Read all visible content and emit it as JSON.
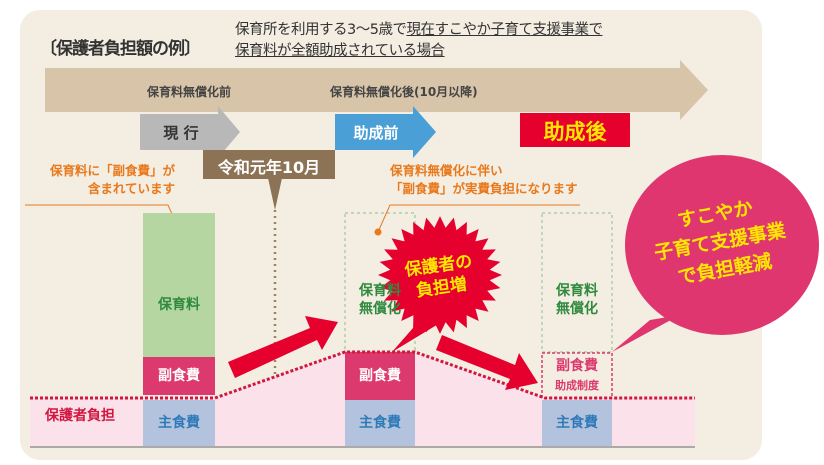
{
  "title": "〔保護者負担額の例〕",
  "subtitle": {
    "line1_plain": "保育所を利用する3〜5歳で",
    "line1_underlined": "現在すこやか子育て支援事業で",
    "line2": "保育料が全額助成されている場合"
  },
  "timeline": {
    "before": "保育料無償化前",
    "after": "保育料無償化後(10月以降)"
  },
  "stages": {
    "current": "現 行",
    "pre_subsidy": "助成前",
    "post_subsidy": "助成後"
  },
  "date_marker": "令和元年10月",
  "annotations": {
    "left_line1": "保育料に「副食費」が",
    "left_line2": "含まれています",
    "right_line1": "保育料無償化に伴い",
    "right_line2": "「副食費」が実費負担になります"
  },
  "bars": {
    "current": {
      "fee": "保育料",
      "side_dish": "副食費",
      "staple": "主食費"
    },
    "pre": {
      "fee_line1": "保育料",
      "fee_line2": "無償化",
      "side_dish": "副食費",
      "staple": "主食費"
    },
    "post": {
      "fee_line1": "保育料",
      "fee_line2": "無償化",
      "side_dish": "副食費",
      "subsidy": "助成制度",
      "staple": "主食費"
    }
  },
  "burden_label": "保護者負担",
  "burst": {
    "line1": "保護者の",
    "line2": "負担増"
  },
  "bubble": {
    "line1": "すこやか",
    "line2": "子育て支援事業",
    "line3": "で負担軽減"
  },
  "colors": {
    "band": "#d7c4a9",
    "gray": "#b8b8b8",
    "blue": "#4a9fd6",
    "red": "#e5002d",
    "yellow": "#ffe600",
    "brown": "#8c7355",
    "green": "#b6d6a1",
    "pink": "#dc3a6e",
    "staple": "#b3c3dd",
    "burden": "#fbe1ea",
    "magenta": "#e0366f",
    "orange": "#e8791c"
  }
}
